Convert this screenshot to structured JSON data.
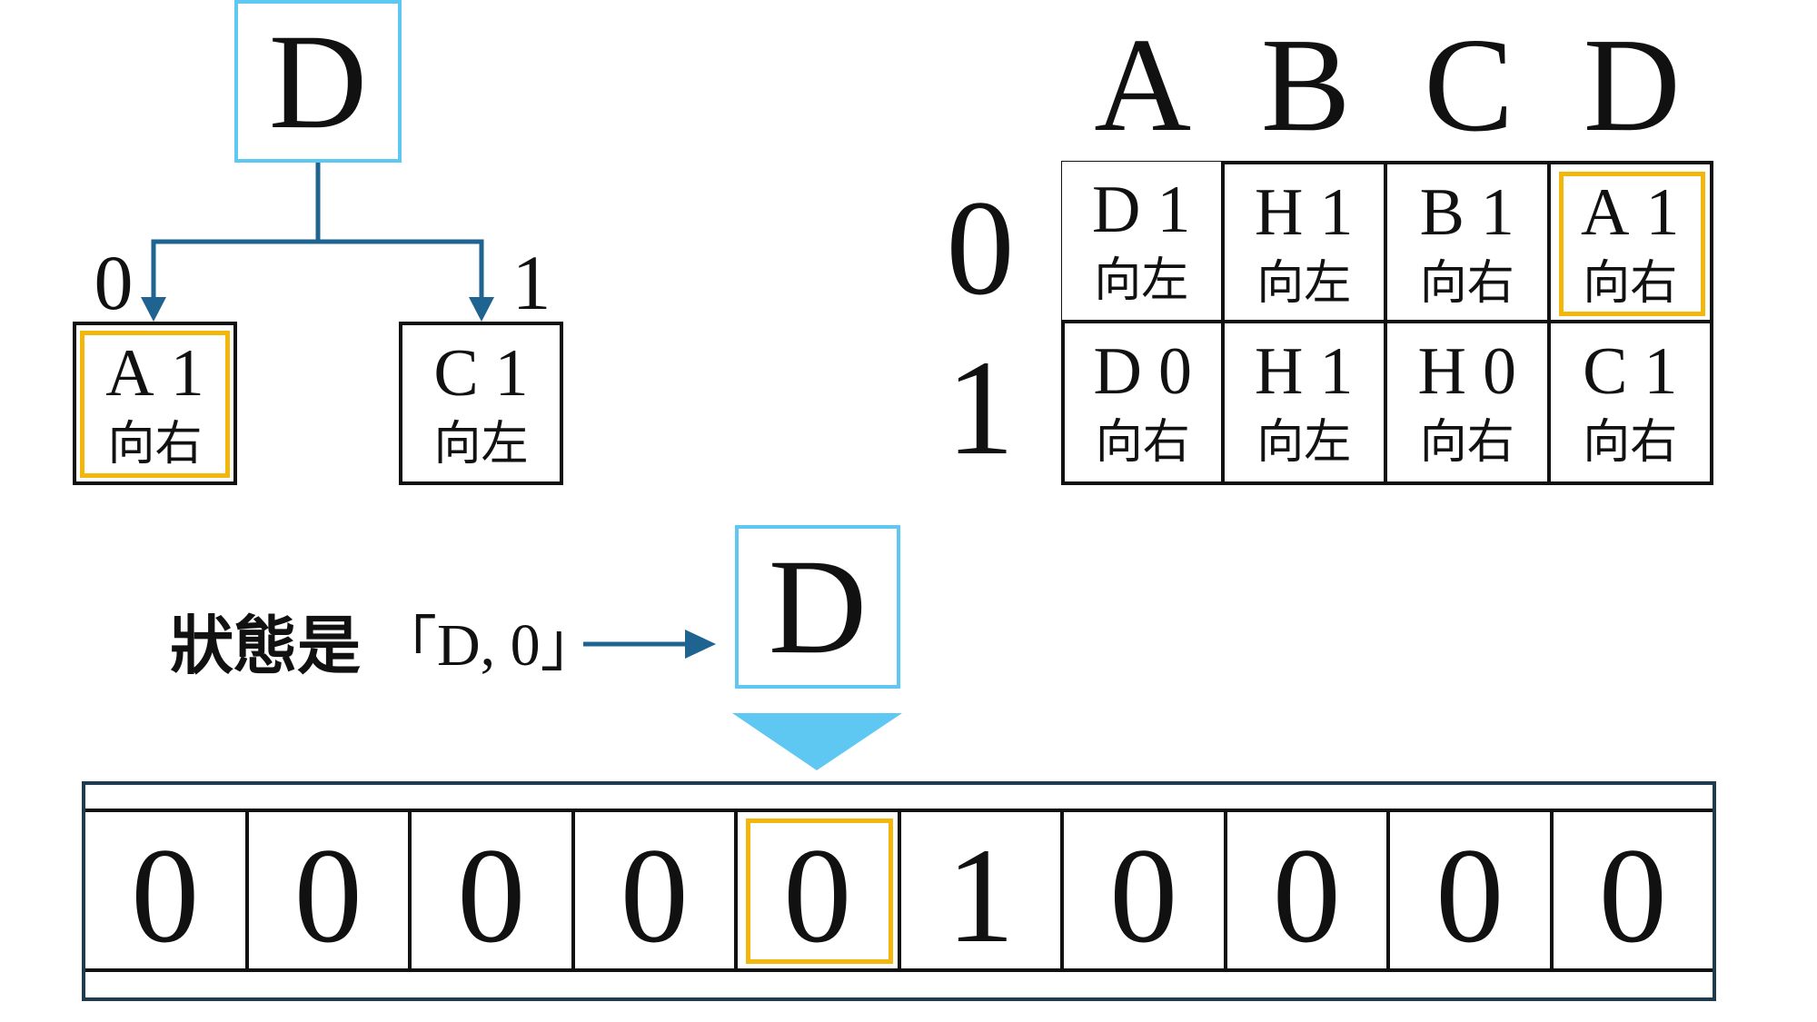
{
  "state_box": {
    "label": "D"
  },
  "tree": {
    "branches": [
      {
        "read": "0",
        "state": "A",
        "write": "1",
        "move": "向右",
        "highlighted": true
      },
      {
        "read": "1",
        "state": "C",
        "write": "1",
        "move": "向左",
        "highlighted": false
      }
    ]
  },
  "table": {
    "columns": [
      "A",
      "B",
      "C",
      "D"
    ],
    "rows": [
      {
        "read": "0",
        "cells": [
          {
            "state": "D",
            "write": "1",
            "move": "向左",
            "highlighted": false
          },
          {
            "state": "H",
            "write": "1",
            "move": "向左",
            "highlighted": false
          },
          {
            "state": "B",
            "write": "1",
            "move": "向右",
            "highlighted": false
          },
          {
            "state": "A",
            "write": "1",
            "move": "向右",
            "highlighted": true
          }
        ]
      },
      {
        "read": "1",
        "cells": [
          {
            "state": "D",
            "write": "0",
            "move": "向右",
            "highlighted": false
          },
          {
            "state": "H",
            "write": "1",
            "move": "向左",
            "highlighted": false
          },
          {
            "state": "H",
            "write": "0",
            "move": "向右",
            "highlighted": false
          },
          {
            "state": "C",
            "write": "1",
            "move": "向右",
            "highlighted": false
          }
        ]
      }
    ]
  },
  "status": {
    "label": "狀態是",
    "value": "「D, 0」"
  },
  "head": {
    "state": "D"
  },
  "tape": {
    "cells": [
      "0",
      "0",
      "0",
      "0",
      "0",
      "1",
      "0",
      "0",
      "0",
      "0"
    ],
    "head_index": 4
  },
  "colors": {
    "state_border": "#5EC8F2",
    "pointer": "#5EC8F2",
    "tree_line": "#1F6390",
    "highlight": "#F2B70C",
    "tape_border": "#1E3B4F",
    "grid_line": "#111111"
  }
}
